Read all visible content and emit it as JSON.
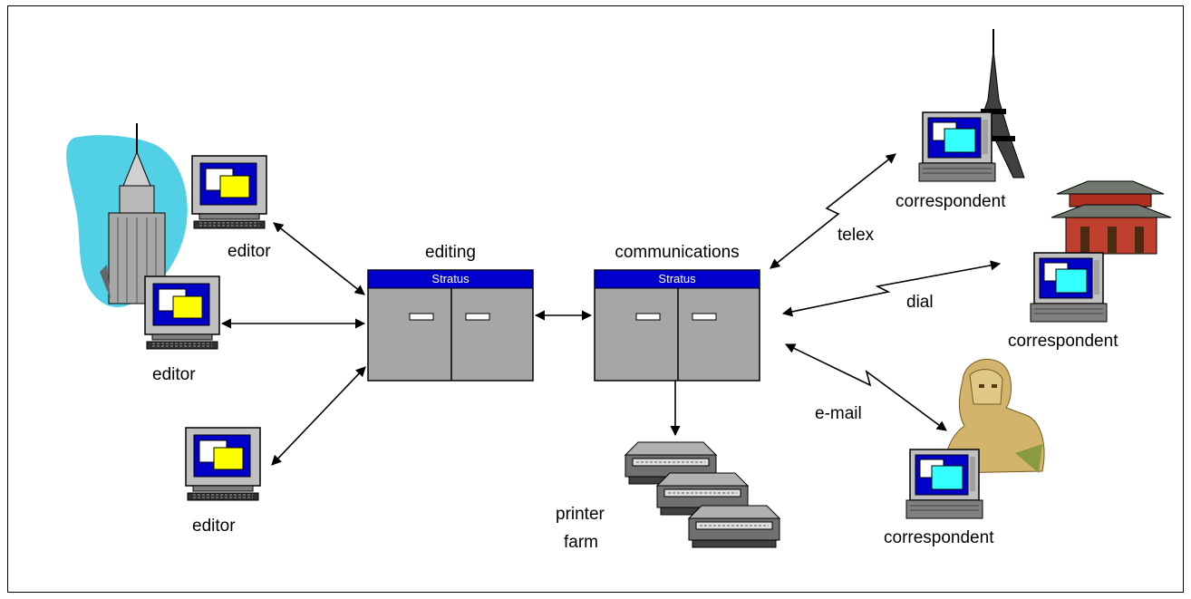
{
  "nodes": {
    "editor_top": "editor",
    "editor_mid": "editor",
    "editor_bot": "editor",
    "editing_title": "editing",
    "editing_brand": "Stratus",
    "comms_title": "communications",
    "comms_brand": "Stratus",
    "printer_line1": "printer",
    "printer_line2": "farm",
    "corr_top": "correspondent",
    "corr_mid": "correspondent",
    "corr_bot": "correspondent"
  },
  "links": {
    "telex": "telex",
    "dial": "dial",
    "email": "e-mail"
  },
  "colors": {
    "server_body": "#a6a6a6",
    "server_strip": "#0000cc",
    "sky_blob": "#52d0e6",
    "screen_blue": "#0000c8",
    "screen_yellow": "#ffff00",
    "screen_cyan": "#33ffff",
    "monitor_gray": "#c0c0c0"
  },
  "icons": {
    "building": "skyscraper-icon",
    "tower": "eiffel-tower-icon",
    "temple": "pagoda-icon",
    "sphinx": "sphinx-icon"
  }
}
